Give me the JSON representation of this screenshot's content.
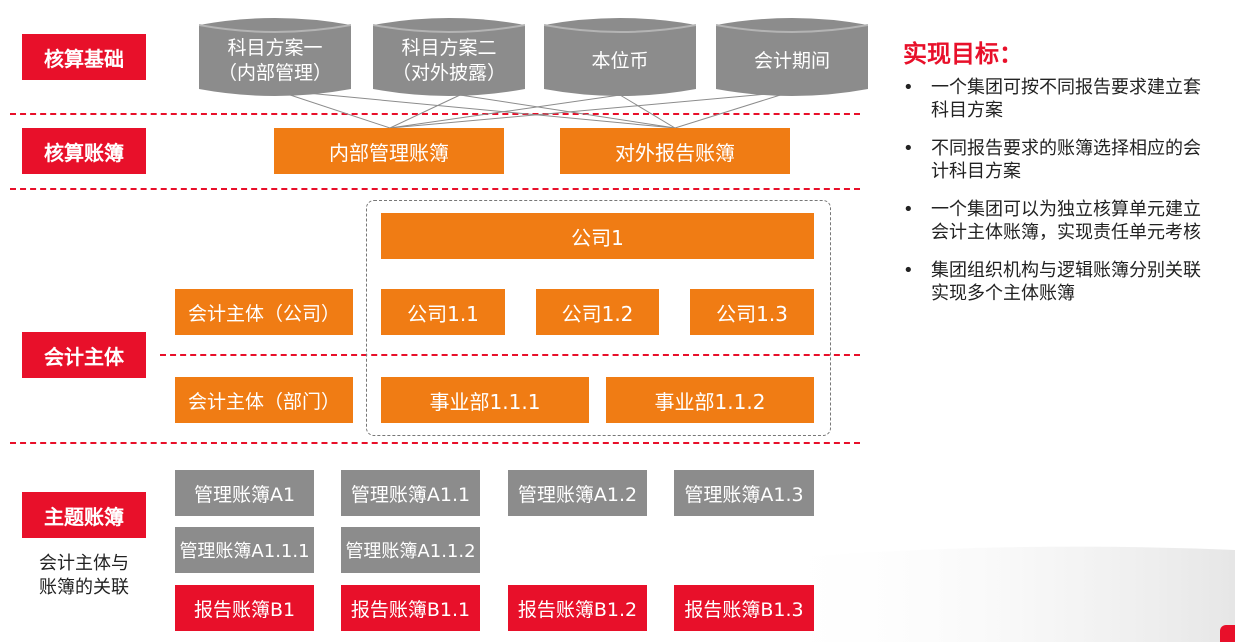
{
  "sections": {
    "accounting_basis": "核算基础",
    "accounting_ledger": "核算账簿",
    "accounting_entity": "会计主体",
    "subject_ledger": "主题账簿"
  },
  "cylinders": [
    {
      "line1": "科目方案一",
      "line2": "（内部管理）"
    },
    {
      "line1": "科目方案二",
      "line2": "（对外披露）"
    },
    {
      "line1": "本位币",
      "line2": ""
    },
    {
      "line1": "会计期间",
      "line2": ""
    }
  ],
  "ledgers": {
    "internal": "内部管理账簿",
    "external": "对外报告账簿"
  },
  "entity": {
    "company_label": "会计主体（公司）",
    "dept_label": "会计主体（部门）",
    "company_root": "公司1",
    "companies": [
      "公司1.1",
      "公司1.2",
      "公司1.3"
    ],
    "divisions": [
      "事业部1.1.1",
      "事业部1.1.2"
    ]
  },
  "subject": {
    "caption_line1": "会计主体与",
    "caption_line2": "账簿的关联",
    "mgmt_row1": [
      "管理账簿A1",
      "管理账簿A1.1",
      "管理账簿A1.2",
      "管理账簿A1.3"
    ],
    "mgmt_row2": [
      "管理账簿A1.1.1",
      "管理账簿A1.1.2"
    ],
    "report_row": [
      "报告账簿B1",
      "报告账簿B1.1",
      "报告账簿B1.2",
      "报告账簿B1.3"
    ]
  },
  "goals": {
    "title": "实现目标：",
    "bullet": "•",
    "items": [
      {
        "line1": "一个集团可按不同报告要求建立套",
        "line2": "科目方案"
      },
      {
        "line1": "不同报告要求的账簿选择相应的会",
        "line2": "计科目方案"
      },
      {
        "line1": "一个集团可以为独立核算单元建立",
        "line2": "会计主体账簿，实现责任单元考核"
      },
      {
        "line1": "集团组织机构与逻辑账簿分别关联",
        "line2": "实现多个主体账簿"
      }
    ]
  },
  "colors": {
    "red": "#e8102a",
    "orange": "#f07c14",
    "gray": "#8c8c8c"
  }
}
